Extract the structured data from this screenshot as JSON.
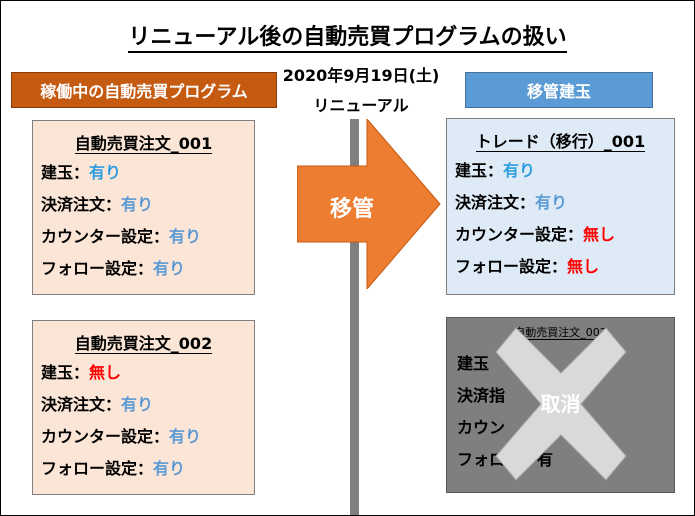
{
  "title": "リニューアル後の自動売買プログラムの扱い",
  "left_header": "稼働中の自動売買プログラム",
  "right_header": "移管建玉",
  "center_date": "2020年9月19日(土)",
  "center_event": "リニューアル",
  "arrow_label": "移管",
  "left_boxes": [
    {
      "title": "自動売買注文_001",
      "rows": [
        {
          "label": "建玉：",
          "value": "有り"
        },
        {
          "label": "決済注文：",
          "value": "有り"
        },
        {
          "label": "カウンター設定：",
          "value": "有り"
        },
        {
          "label": "フォロー設定：",
          "value": "有り"
        }
      ]
    },
    {
      "title": "自動売買注文_002",
      "rows": [
        {
          "label": "建玉：",
          "value": "無し"
        },
        {
          "label": "決済注文：",
          "value": "有り"
        },
        {
          "label": "カウンター設定：",
          "value": "有り"
        },
        {
          "label": "フォロー設定：",
          "value": "有り"
        }
      ]
    }
  ],
  "right_box": {
    "title": "トレード（移行）_001",
    "rows": [
      {
        "label": "建玉：",
        "value": "有り"
      },
      {
        "label": "決済注文：",
        "value": "有り"
      },
      {
        "label": "カウンター設定：",
        "value": "無し"
      },
      {
        "label": "フォロー設定：",
        "value": "無し"
      }
    ]
  },
  "cancelled_box": {
    "title": "自動売買注文_002",
    "rows": [
      "建玉",
      "決済指",
      "カウン",
      "フォロー：有"
    ],
    "cancel_label": "取消"
  },
  "colors": {
    "left_header_bg": "#c55a11",
    "right_header_bg": "#5b9bd5",
    "arrow": "#ed7d31",
    "value_yes": "#5b9bd5",
    "value_no": "#ff0000"
  }
}
